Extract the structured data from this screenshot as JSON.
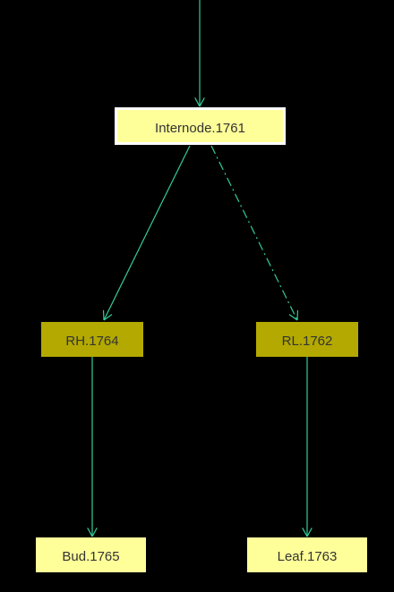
{
  "nodes": {
    "internode": {
      "label": "Internode.1761"
    },
    "rh": {
      "label": "RH.1764"
    },
    "rl": {
      "label": "RL.1762"
    },
    "bud": {
      "label": "Bud.1765"
    },
    "leaf": {
      "label": "Leaf.1763"
    }
  },
  "colors": {
    "background": "#000000",
    "edge": "#33cc99",
    "node_light": "#ffff99",
    "node_dark": "#b3a900",
    "node_text": "#333333",
    "selected_border": "#ffffff"
  },
  "edges": [
    {
      "from": "parent",
      "to": "internode",
      "style": "solid"
    },
    {
      "from": "internode",
      "to": "rh",
      "style": "solid"
    },
    {
      "from": "internode",
      "to": "rl",
      "style": "dash-dot"
    },
    {
      "from": "rh",
      "to": "bud",
      "style": "solid"
    },
    {
      "from": "rl",
      "to": "leaf",
      "style": "solid"
    }
  ]
}
